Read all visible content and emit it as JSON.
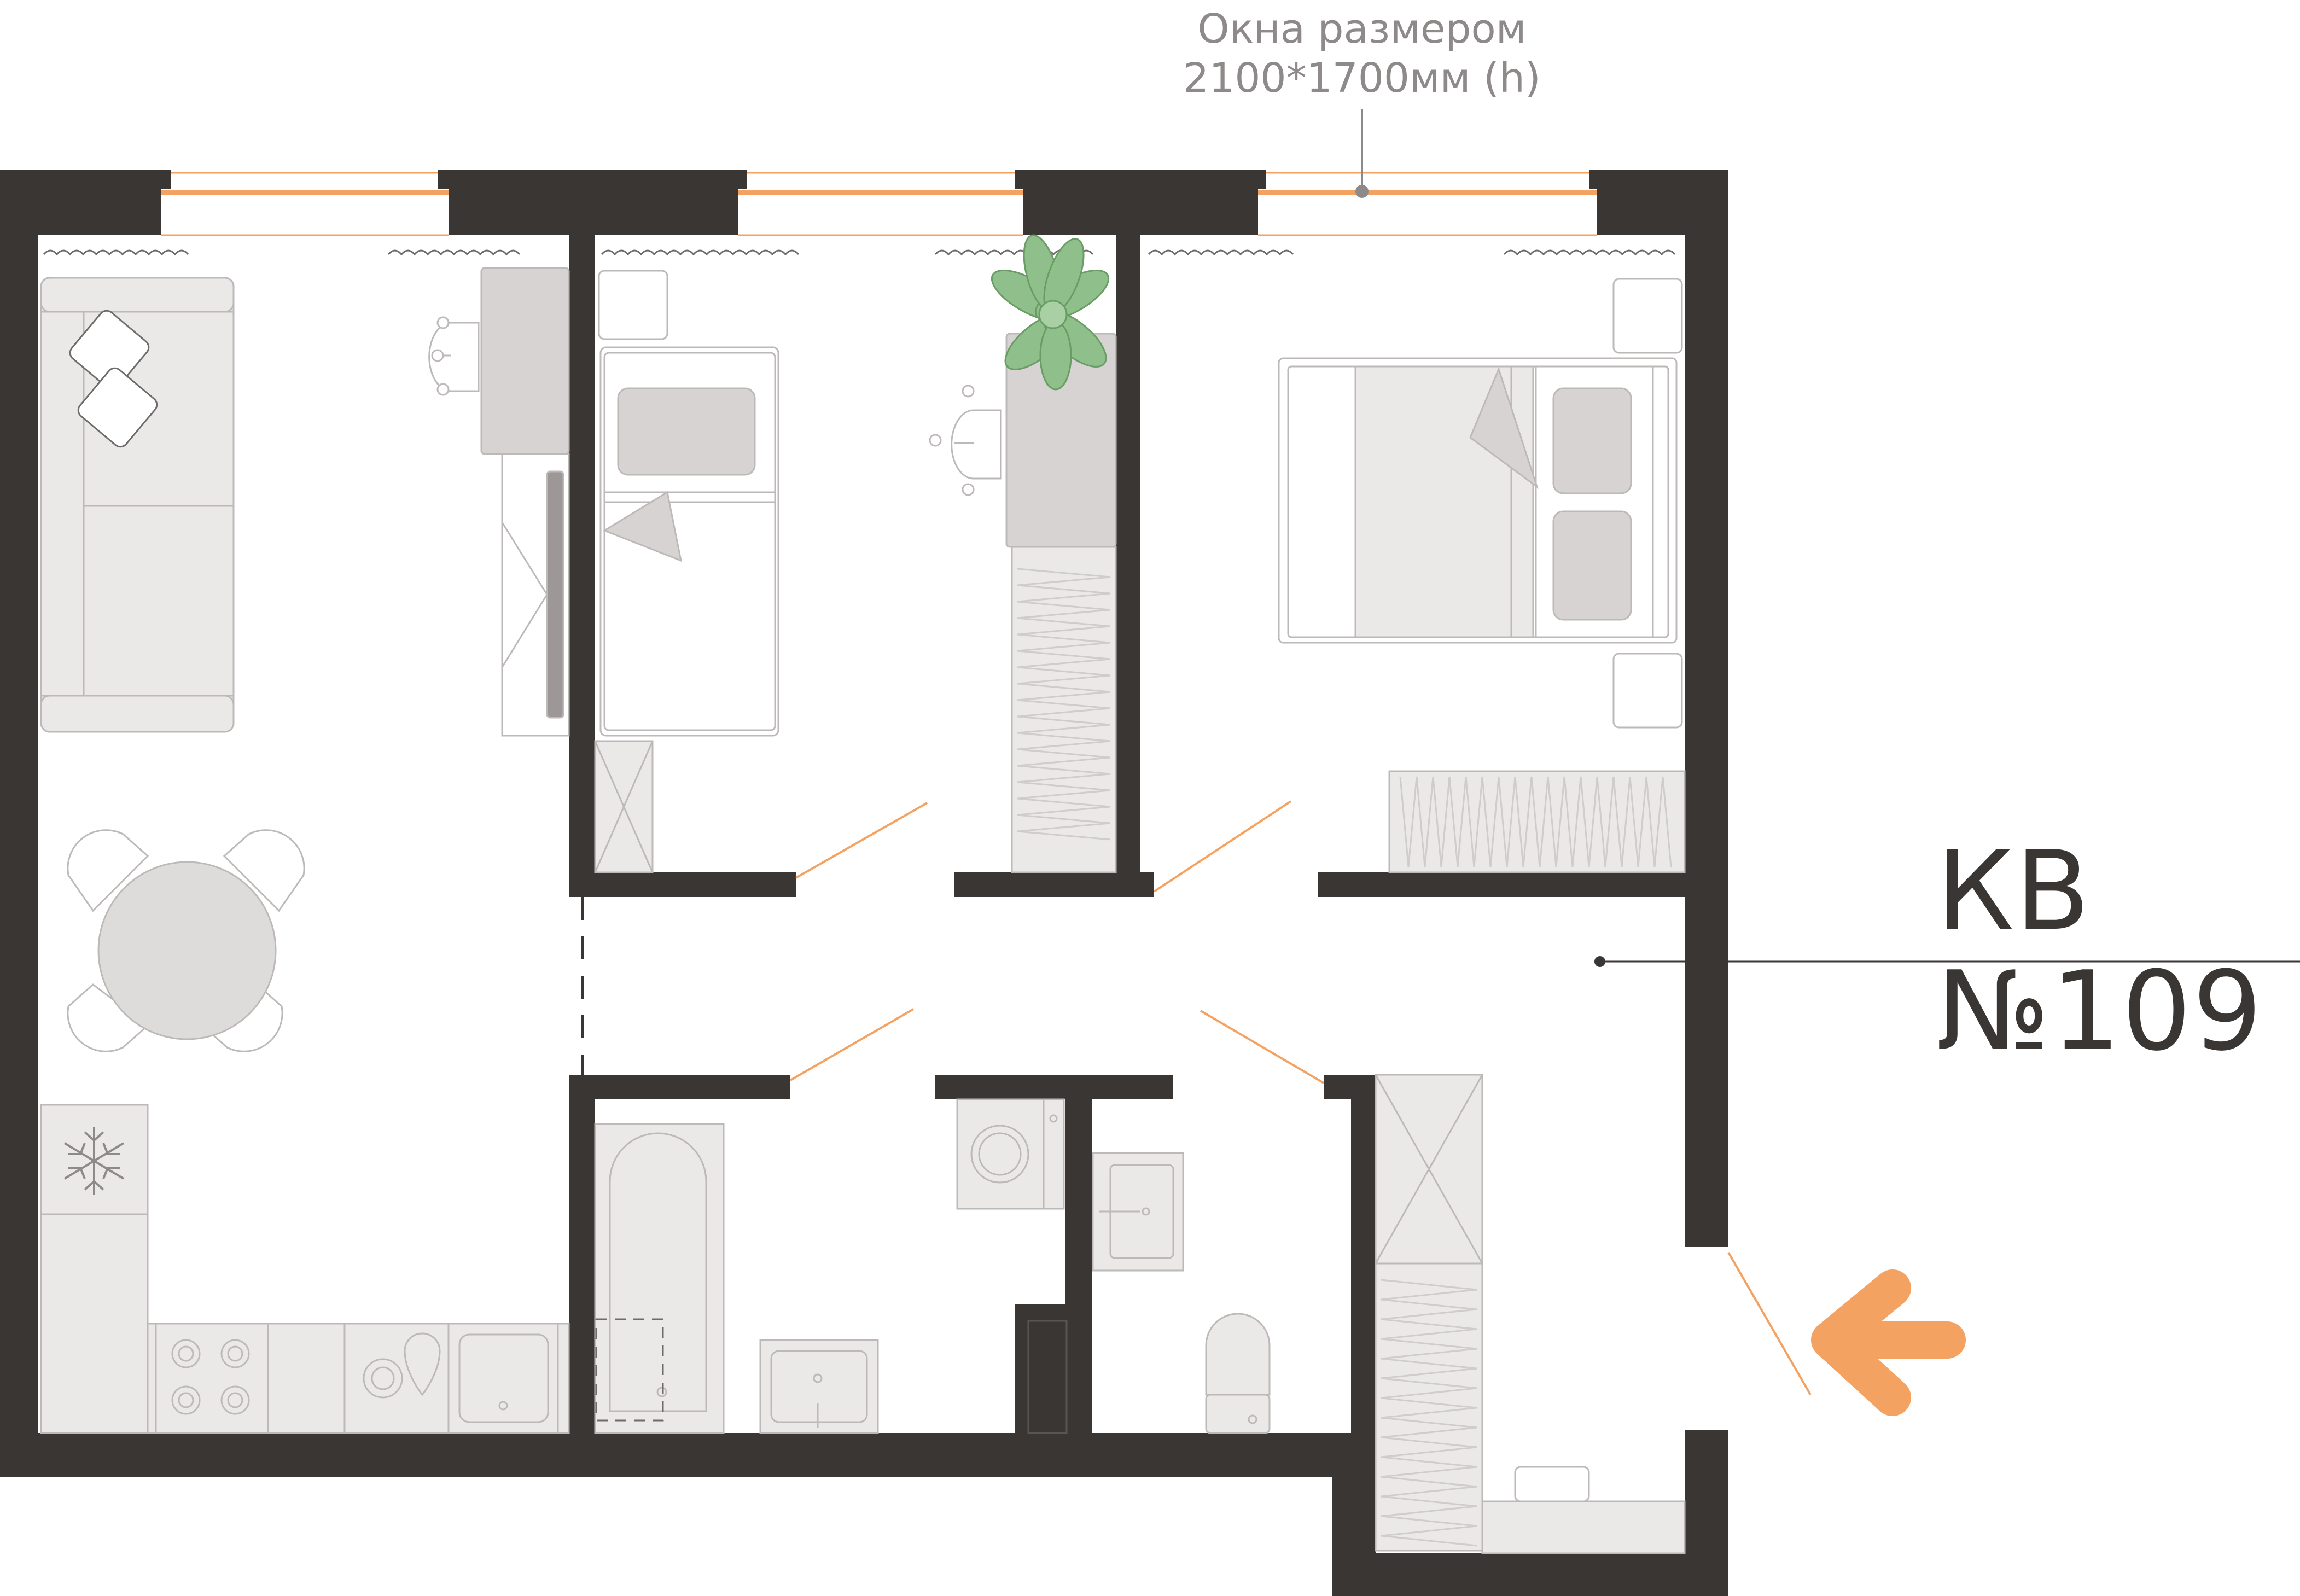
{
  "window_note": {
    "line1": "Окна размером",
    "line2": "2100*1700мм (h)"
  },
  "apartment": {
    "title": "КВ №109"
  },
  "colors": {
    "wall": "#3a3634",
    "window": "#f4a261",
    "furniture_fill": "#ebe9e8",
    "furniture_dark": "#d6d3d2",
    "furniture_stroke": "#bdb9b8",
    "plant": "#8fbf8a",
    "accent_arrow": "#f4a261",
    "door_swing": "#f4a261"
  },
  "icons": [
    "entrance-arrow-icon",
    "snowflake-icon",
    "plant-icon"
  ]
}
